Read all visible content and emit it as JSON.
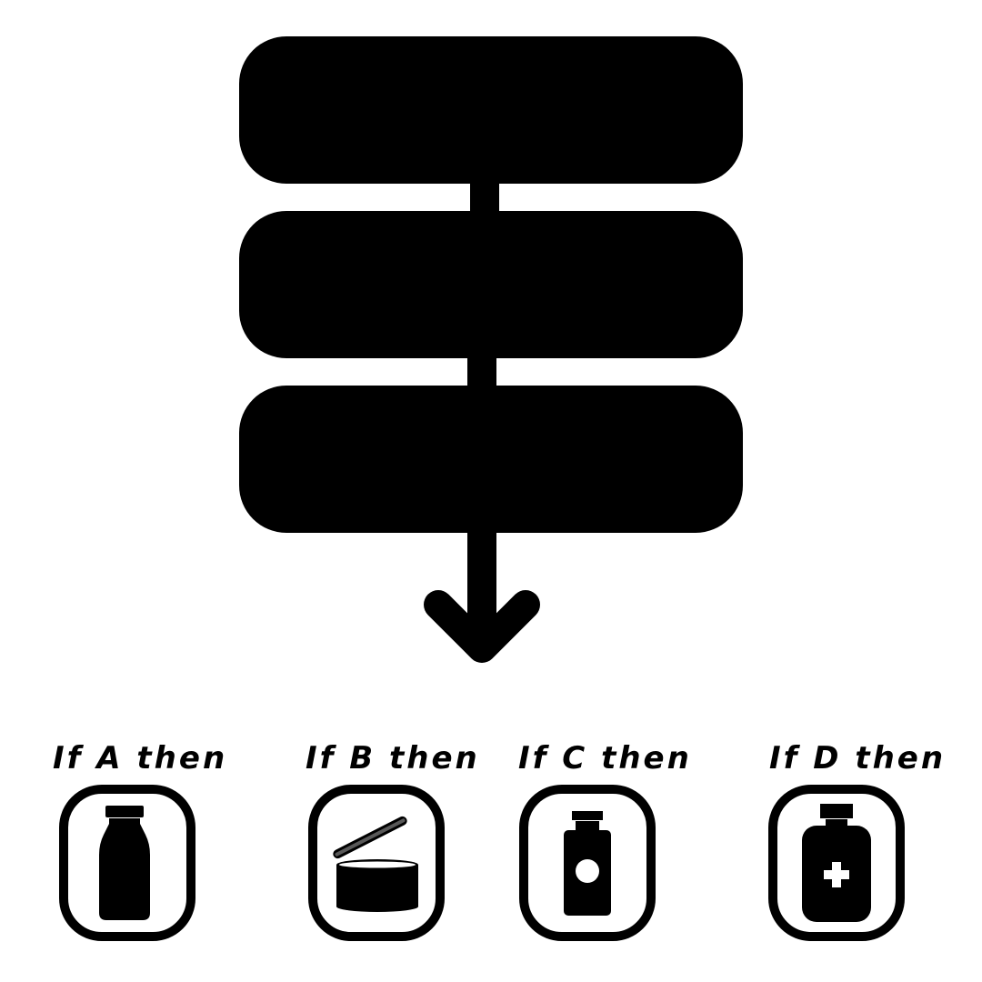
{
  "colors": {
    "ink": "#000000",
    "paper": "#ffffff"
  },
  "flow_boxes": [
    {
      "text": ""
    },
    {
      "text": ""
    },
    {
      "text": ""
    }
  ],
  "options": [
    {
      "label": "If A then",
      "icon": "bottle-icon"
    },
    {
      "label": "If B then",
      "icon": "open-jar-icon"
    },
    {
      "label": "If C then",
      "icon": "lotion-bottle-icon"
    },
    {
      "label": "If D then",
      "icon": "medicine-bottle-icon"
    }
  ]
}
